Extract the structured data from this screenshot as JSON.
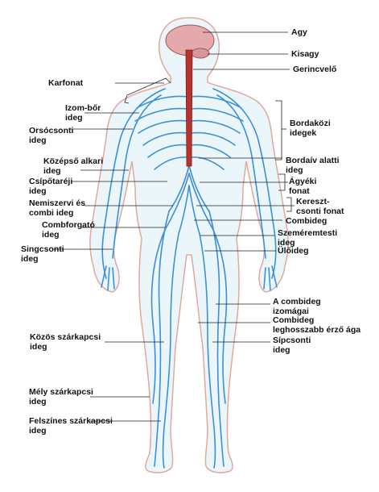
{
  "colors": {
    "background": "#ffffff",
    "skin_fill": "#ebf6fb",
    "skin_outline": "#e2a79d",
    "nerve": "#3d8fd6",
    "brain": "#e5a9ad",
    "spinal_cord": "#b8332d",
    "leader": "#222222"
  },
  "labels": {
    "agy": "Agy",
    "kisagy": "Kisagy",
    "gerincvelo": "Gerincvelő",
    "karfonat": "Karfonat",
    "izom_bor": "Izom-bőr\nideg",
    "orsocsonti": "Orsócsonti\nideg",
    "bordakozi": "Bordaközi\nidegek",
    "kozepso_alkari": "Középső alkari\nideg",
    "bordaiv_alatti": "Bordaív alatti\nideg",
    "csipotareji": "Csípőtaréji\nideg",
    "agyeki": "Ágyéki\nfonat",
    "nemiszervi": "Nemiszervi és\ncombi ideg",
    "kereszt": "Kereszt-\ncsonti fonat",
    "combforgato": "Combforgató\nideg",
    "combideg": "Combideg",
    "szemeremtesti": "Szeméremtesti\nideg",
    "singcsonti": "Singcsonti\nideg",
    "uloideg": "Ülőideg",
    "combideg_izom": "A combideg\nizomágai",
    "combideg_erzo": "Combideg\nleghosszabb érző ága",
    "sipcsonti": "Sípcsonti\nideg",
    "kozos_szarkapcsi": "Közös szárkapcsi\nideg",
    "mely_szarkapcsi": "Mély szárkapcsi\nideg",
    "felszines_szarkapcsi": "Felszínes szárkapcsi\nideg"
  }
}
